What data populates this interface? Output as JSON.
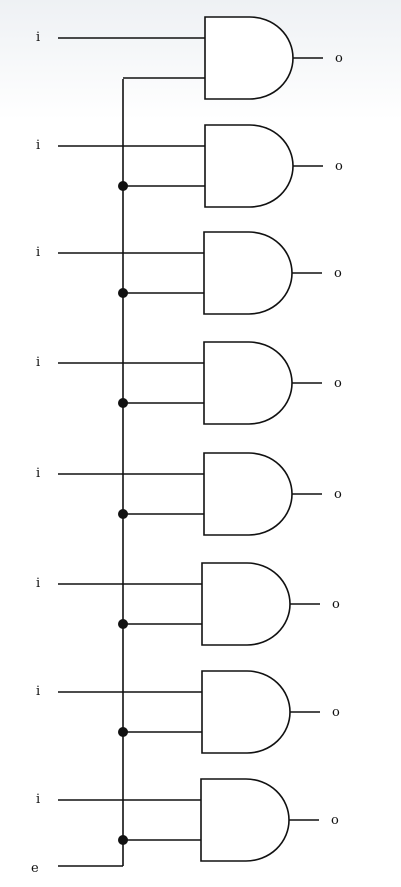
{
  "diagram": {
    "type": "and-gate-array",
    "gate_count": 8,
    "enable_label": "e",
    "input_labels": [
      "i",
      "i",
      "i",
      "i",
      "i",
      "i",
      "i",
      "i"
    ],
    "output_labels": [
      "o",
      "o",
      "o",
      "o",
      "o",
      "o",
      "o",
      "o"
    ],
    "line_color": "#111111",
    "background_color": "#ffffff"
  }
}
